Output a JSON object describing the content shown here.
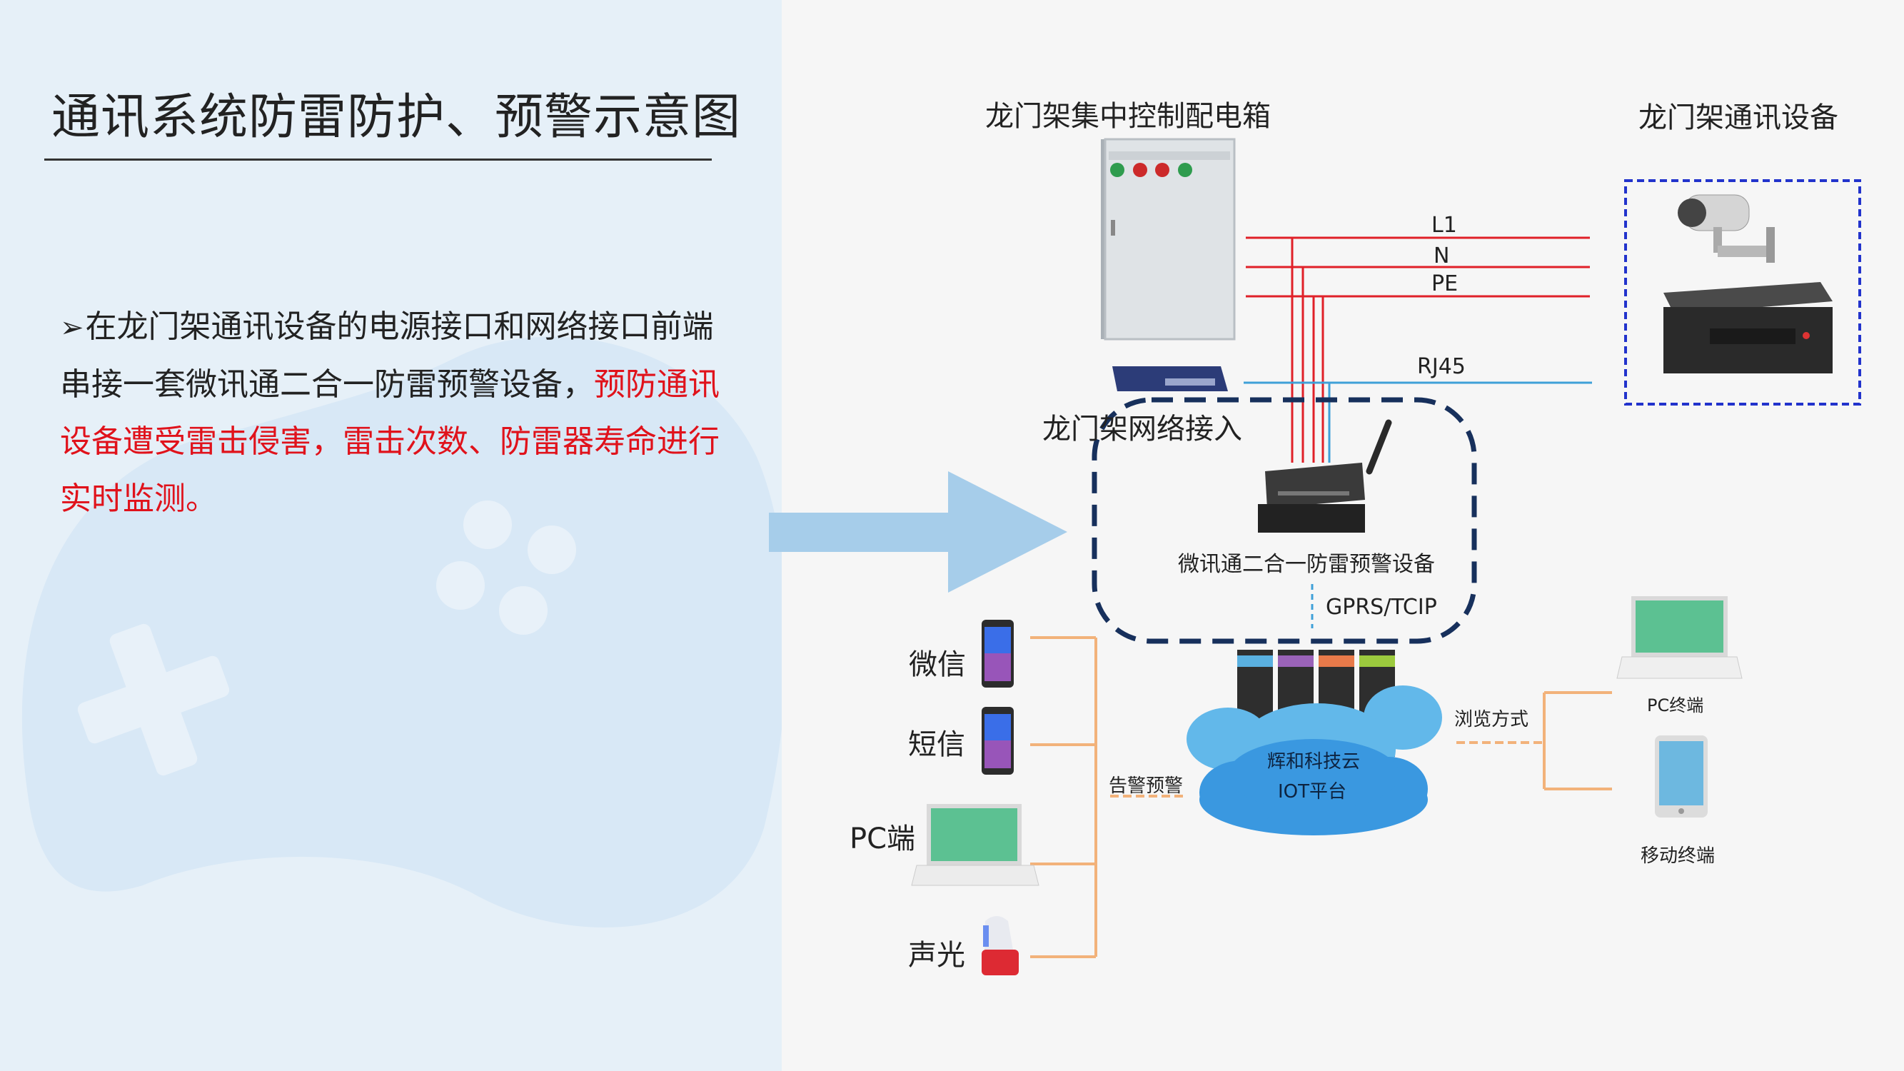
{
  "title": "通讯系统防雷防护、预警示意图",
  "bullet": {
    "marker": "➢",
    "text_black": "在龙门架通讯设备的电源接口和网络接口前端串接一套微讯通二合一防雷预警设备，",
    "text_red": "预防通讯设备遭受雷击侵害，雷击次数、防雷器寿命进行实时监测。"
  },
  "labels": {
    "control_box": "龙门架集中控制配电箱",
    "comm_equipment": "龙门架通讯设备",
    "network_access": "龙门架网络接入",
    "device": "微讯通二合一防雷预警设备",
    "gprs": "GPRS/TCIP",
    "cloud_line1": "辉和科技云",
    "cloud_line2": "IOT平台",
    "alarm": "告警预警",
    "browse": "浏览方式",
    "pc_terminal": "PC终端",
    "mobile_terminal": "移动终端"
  },
  "lines": {
    "l1": "L1",
    "n": "N",
    "pe": "PE",
    "rj45": "RJ45"
  },
  "outputs": [
    {
      "label": "微信",
      "icon": "phone-icon"
    },
    {
      "label": "短信",
      "icon": "phone-icon"
    },
    {
      "label": "PC端",
      "icon": "laptop-icon"
    },
    {
      "label": "声光",
      "icon": "alarm-light-icon"
    }
  ],
  "colors": {
    "power_line": "#e02028",
    "network_line": "#3fa0d8",
    "connector": "#f2b27a",
    "dashed_box": "#17305c",
    "arrow": "#a6cdea",
    "equipment_box": "#2233cc"
  }
}
